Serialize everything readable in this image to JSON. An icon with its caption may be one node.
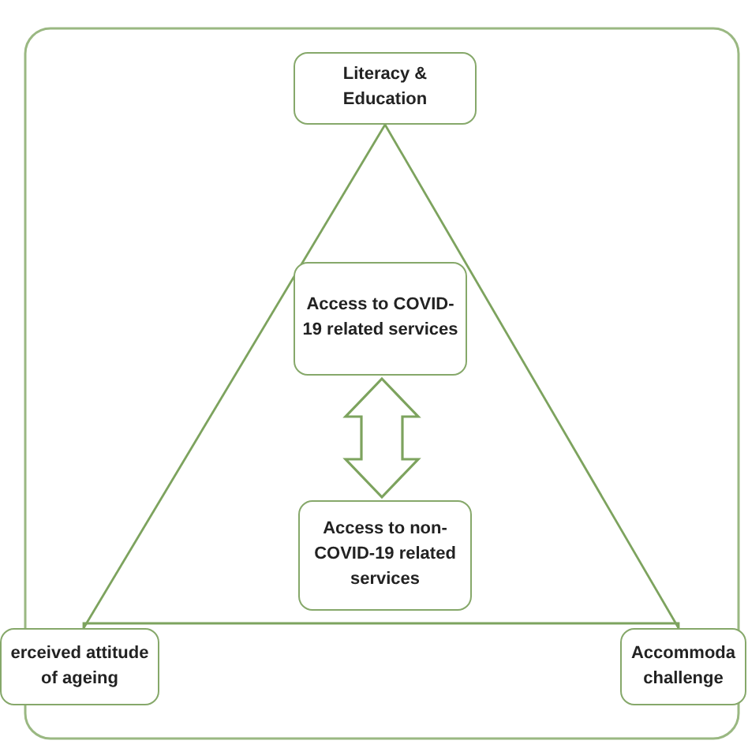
{
  "diagram": {
    "nodes": [
      {
        "text": [
          "Literacy & Education"
        ]
      },
      {
        "text": [
          "Access to COVID-19 related services"
        ]
      },
      {
        "text": [
          "Access to non-COVID-19 related services"
        ]
      },
      {
        "text": [
          "erceived attitude of ageing"
        ]
      },
      {
        "text": [
          "Accommoda challenge"
        ]
      }
    ],
    "edges": [
      {
        "from": 0,
        "to": 3,
        "arrow": "none"
      },
      {
        "from": 0,
        "to": 4,
        "arrow": "none"
      },
      {
        "from": 3,
        "to": 4,
        "arrow": "none"
      },
      {
        "from": 1,
        "to": 2,
        "arrow": "both",
        "style": "thick"
      }
    ]
  }
}
